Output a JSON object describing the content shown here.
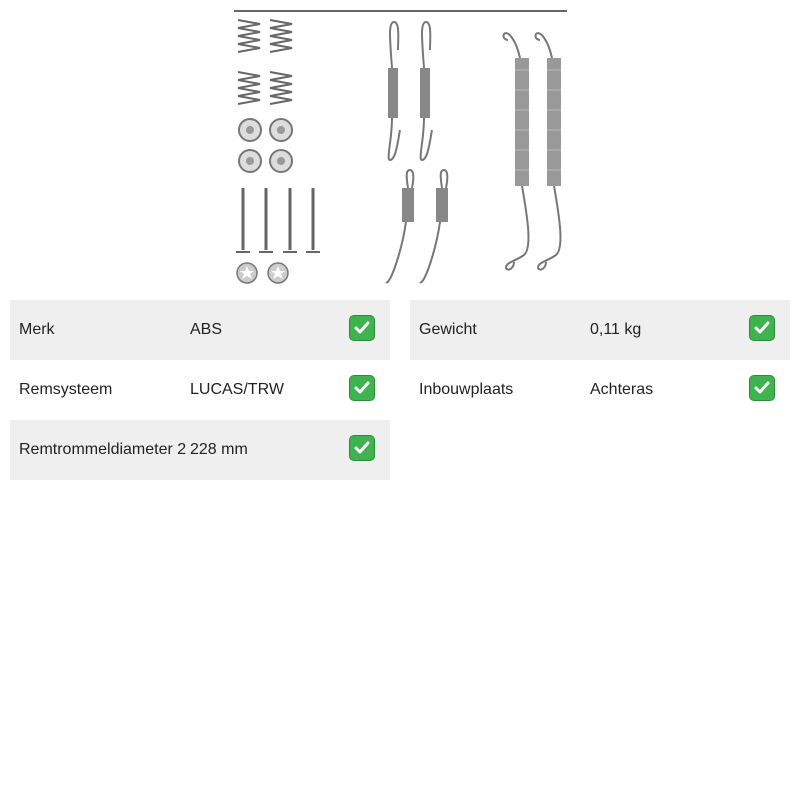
{
  "product": {
    "image_icon": "brake-shoe-spring-kit-image"
  },
  "specs_left": [
    {
      "label": "Merk",
      "value": "ABS",
      "status_icon": "check-mark-icon"
    },
    {
      "label": "Remsysteem",
      "value": "LUCAS/TRW",
      "status_icon": "check-mark-icon"
    },
    {
      "label": "Remtrommeldiameter 2",
      "value": "228 mm",
      "status_icon": "check-mark-icon"
    }
  ],
  "specs_right": [
    {
      "label": "Gewicht",
      "value": "0,11 kg",
      "status_icon": "check-mark-icon"
    },
    {
      "label": "Inbouwplaats",
      "value": "Achteras",
      "status_icon": "check-mark-icon"
    }
  ],
  "colors": {
    "row_shade": "#efefef",
    "check_green": "#3fb34f"
  }
}
